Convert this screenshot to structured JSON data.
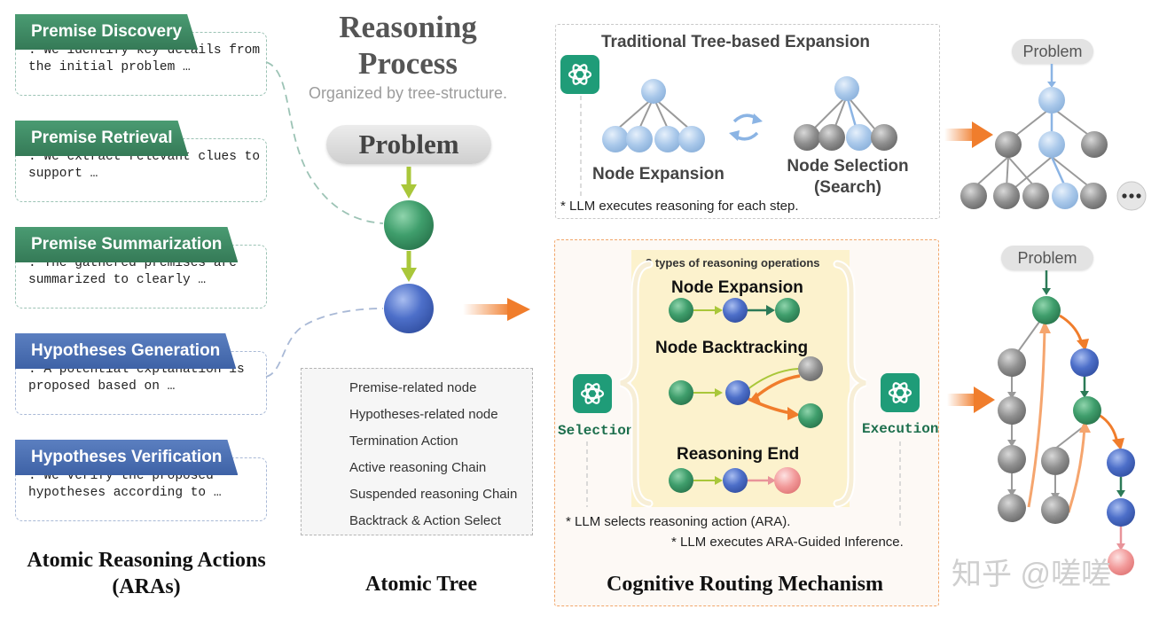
{
  "aras": [
    {
      "title": "Premise Discovery",
      "text": ": We identify key details from the initial problem …"
    },
    {
      "title": "Premise Retrieval",
      "text": ": We extract relevant clues to support …"
    },
    {
      "title": "Premise Summarization",
      "text": ": The gathered premises are summarized to clearly …"
    },
    {
      "title": "Hypotheses Generation",
      "text": ": A potential explanation is proposed based on …"
    },
    {
      "title": "Hypotheses Verification",
      "text": ": We verify the proposed hypotheses according to …"
    }
  ],
  "ara_caption_line1": "Atomic Reasoning Actions",
  "ara_caption_line2": "(ARAs)",
  "reasoning_title_line1": "Reasoning",
  "reasoning_title_line2": "Process",
  "reasoning_subtitle": "Organized by tree-structure.",
  "problem_label": "Problem",
  "atomic_tree_caption": "Atomic Tree",
  "legend": [
    {
      "label": "Premise-related node"
    },
    {
      "label": "Hypotheses-related node"
    },
    {
      "label": "Termination Action"
    },
    {
      "label": "Active reasoning Chain"
    },
    {
      "label": "Suspended reasoning Chain"
    },
    {
      "label": "Backtrack & Action Select"
    }
  ],
  "traditional": {
    "title": "Traditional Tree-based Expansion",
    "node_expansion": "Node Expansion",
    "node_selection_line1": "Node Selection",
    "node_selection_line2": "(Search)",
    "note": "* LLM executes reasoning for each step."
  },
  "small_problem_label": "Problem",
  "crm": {
    "ops_title": "3 types of reasoning operations",
    "op_expansion": "Node Expansion",
    "op_backtracking": "Node Backtracking",
    "op_end": "Reasoning End",
    "selection_label": "Selection",
    "execution_label": "Execution",
    "note1": "* LLM selects reasoning action (ARA).",
    "note2": "* LLM executes ARA-Guided Inference.",
    "caption": "Cognitive Routing Mechanism"
  },
  "watermark": "知乎 @嗟嗟",
  "colors": {
    "premise_green": "#3f9e6c",
    "hypothesis_blue": "#4d6fc9",
    "termination_red": "#f29a9a",
    "suspended_gray": "#8f8f8f",
    "traditional_blue": "#a9c8ea",
    "accent_orange": "#f07d2c",
    "gpt_green": "#1f9c78"
  },
  "icons": [
    "chatgpt-logo-icon",
    "refresh-arrows-icon",
    "ellipsis-icon",
    "orange-arrow-icon"
  ]
}
